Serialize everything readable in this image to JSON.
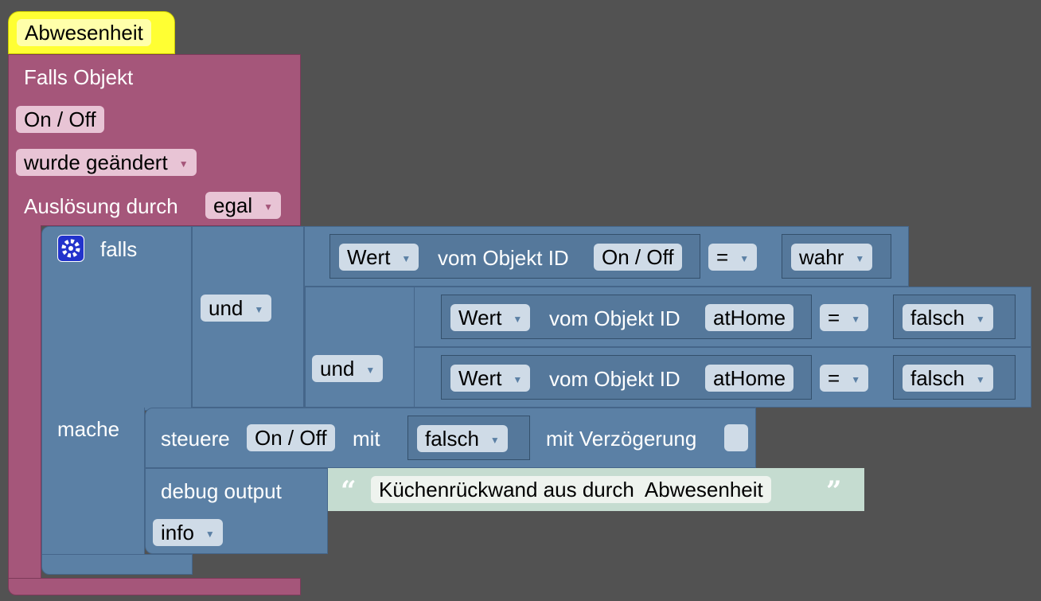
{
  "hat": {
    "label": "Abwesenheit"
  },
  "trigger": {
    "title": "Falls Objekt",
    "object": "On / Off",
    "condition": "wurde geändert",
    "trigger_by_label": "Auslösung durch",
    "trigger_by_value": "egal"
  },
  "if_block": {
    "falls_label": "falls",
    "mache_label": "mache",
    "and_outer": "und",
    "and_inner": "und",
    "cond1": {
      "value_field": "Wert",
      "label": "vom Objekt ID",
      "object": "On / Off",
      "op": "=",
      "compare": "wahr"
    },
    "cond2": {
      "value_field": "Wert",
      "label": "vom Objekt ID",
      "object": "atHome",
      "op": "=",
      "compare": "falsch"
    },
    "cond3": {
      "value_field": "Wert",
      "label": "vom Objekt ID",
      "object": "atHome",
      "op": "=",
      "compare": "falsch"
    }
  },
  "control": {
    "label": "steuere",
    "object": "On / Off",
    "with_label": "mit",
    "value": "falsch",
    "delay_label": "mit Verzögerung"
  },
  "debug": {
    "label": "debug output",
    "text": "Küchenrückwand aus durch  Abwesenheit",
    "level": "info"
  },
  "icons": {
    "gear": "gear-icon",
    "dropdown": "dropdown-arrow-icon",
    "quote_open": "“",
    "quote_close": "”"
  },
  "colors": {
    "trigger": "#a5567a",
    "logic": "#5b80a5",
    "hat": "#ffff33",
    "text_block": "#c5dcd0"
  }
}
